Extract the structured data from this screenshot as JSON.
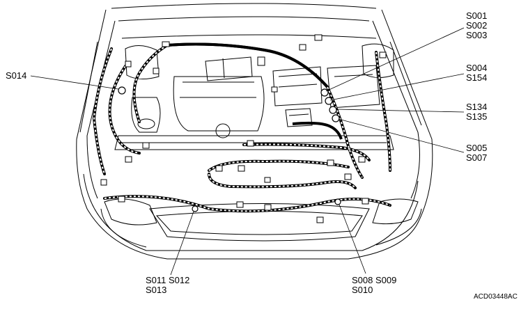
{
  "labels": {
    "top_right": [
      "S001",
      "S002",
      "S003"
    ],
    "mid_right_a": [
      "S004",
      "S154"
    ],
    "mid_right_b": [
      "S134",
      "S135"
    ],
    "lower_right": [
      "S005",
      "S007"
    ],
    "left": [
      "S014"
    ],
    "bottom_left": [
      "S011 S012",
      "S013"
    ],
    "bottom_right": [
      "S008 S009",
      "S010"
    ]
  },
  "reference_code": "ACD03448AC",
  "colors": {
    "line": "#000000",
    "harness_fill": "#ffffff",
    "background": "#ffffff"
  }
}
